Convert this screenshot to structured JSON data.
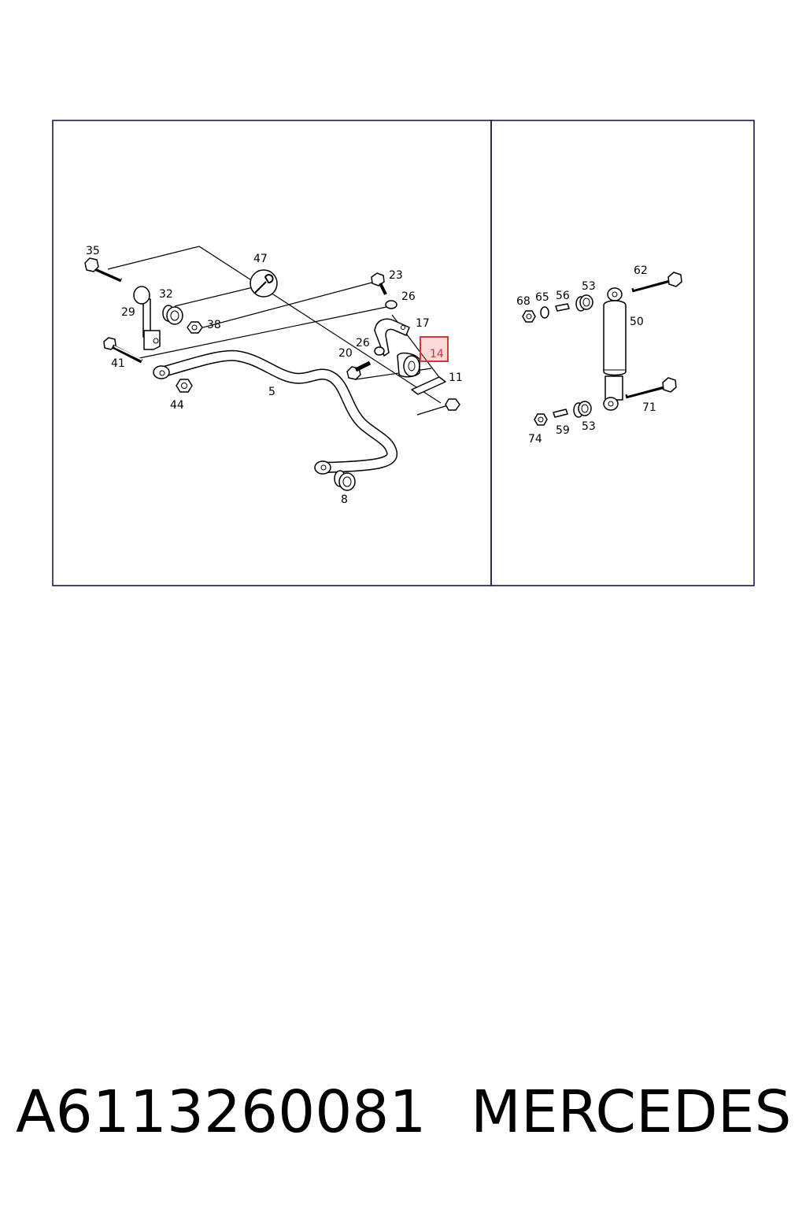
{
  "callouts_left": [
    "35",
    "47",
    "23",
    "26",
    "32",
    "29",
    "38",
    "17",
    "26",
    "20",
    "14",
    "41",
    "11",
    "5",
    "44",
    "8"
  ],
  "callouts_right": [
    "62",
    "68",
    "65",
    "56",
    "53",
    "50",
    "71",
    "74",
    "59",
    "53"
  ],
  "highlighted_callout": "14",
  "highlight_color": "#d23a3a",
  "caption": {
    "part_number": "A6113260081",
    "brand": "MERCEDES"
  }
}
